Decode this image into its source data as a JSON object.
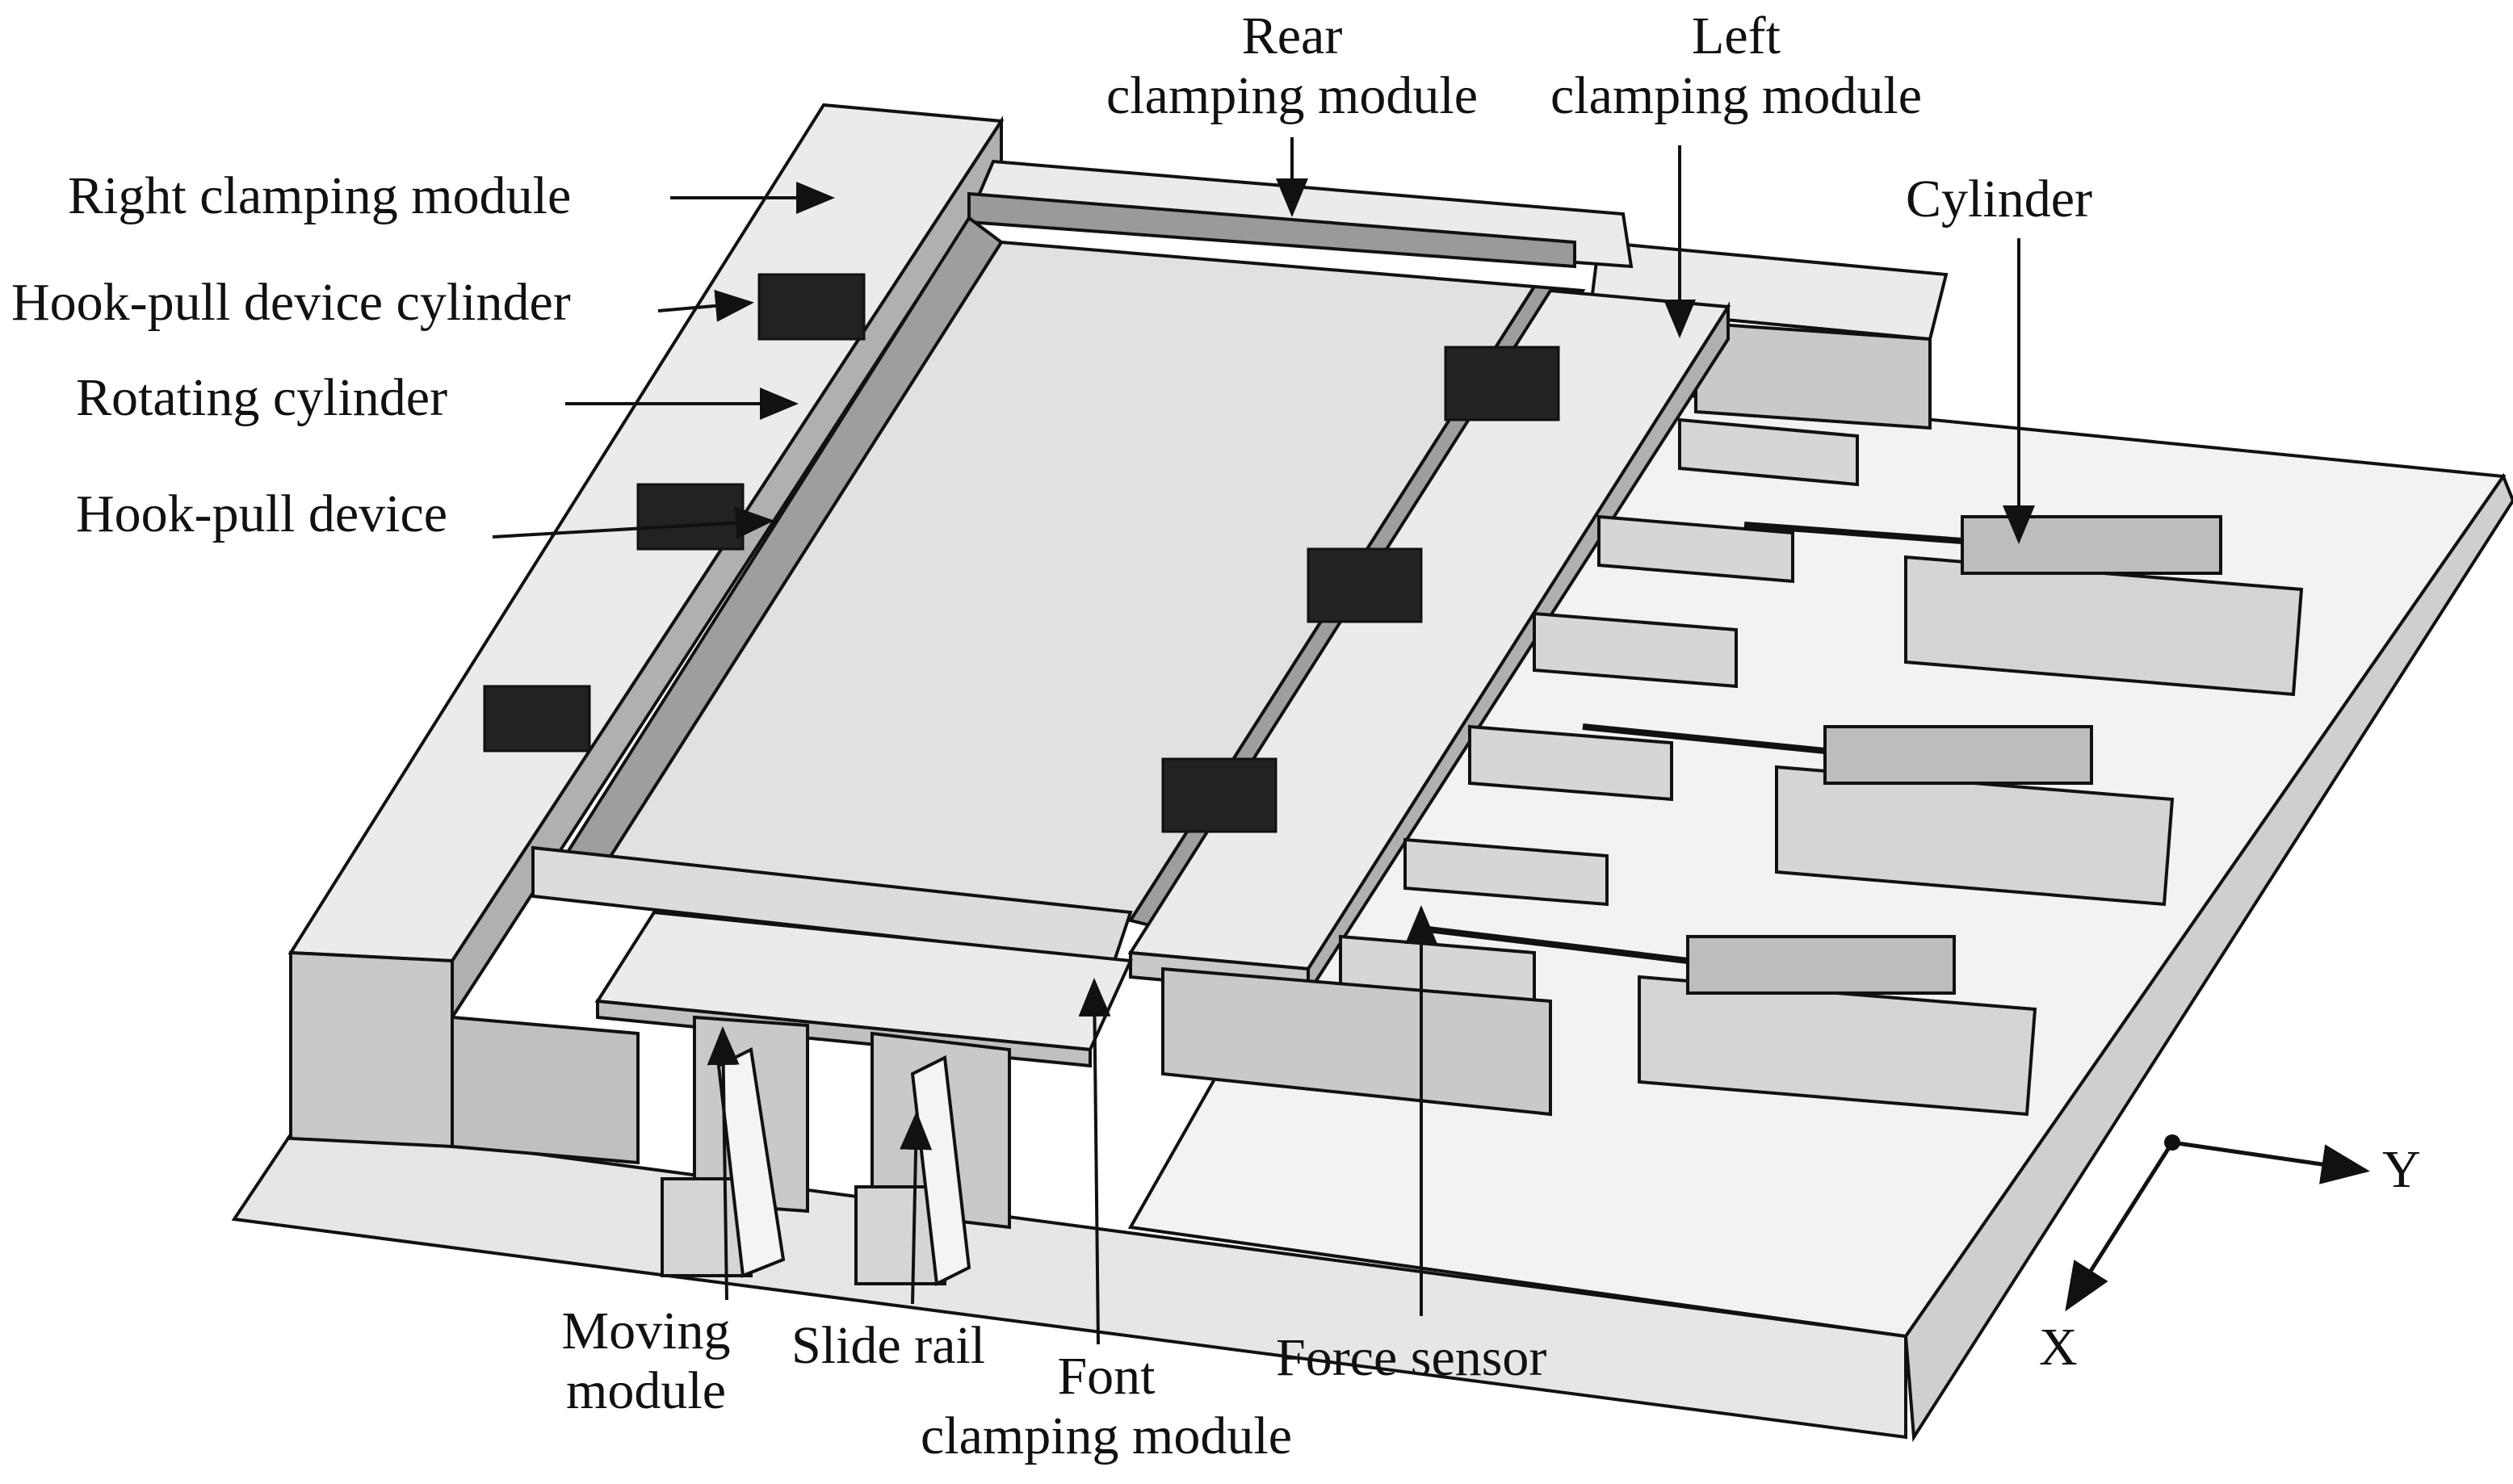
{
  "labels": {
    "rear": [
      "Rear",
      "clamping module"
    ],
    "left": [
      "Left",
      "clamping module"
    ],
    "right": "Right clamping module",
    "hook_cyl": "Hook-pull device cylinder",
    "rotating": "Rotating cylinder",
    "hook": "Hook-pull device",
    "cylinder": "Cylinder",
    "moving": [
      "Moving",
      "module"
    ],
    "slide": "Slide rail",
    "font": [
      "Font",
      "clamping module"
    ],
    "force": "Force sensor"
  },
  "axes": {
    "y": "Y",
    "x": "X"
  },
  "colors": {
    "top": "#ebebeb",
    "side": "#c9c9c9",
    "dark": "#8e8e8e",
    "sheet": "#e1e1e1",
    "shadow": "#b8b0b8",
    "black": "#222222"
  }
}
